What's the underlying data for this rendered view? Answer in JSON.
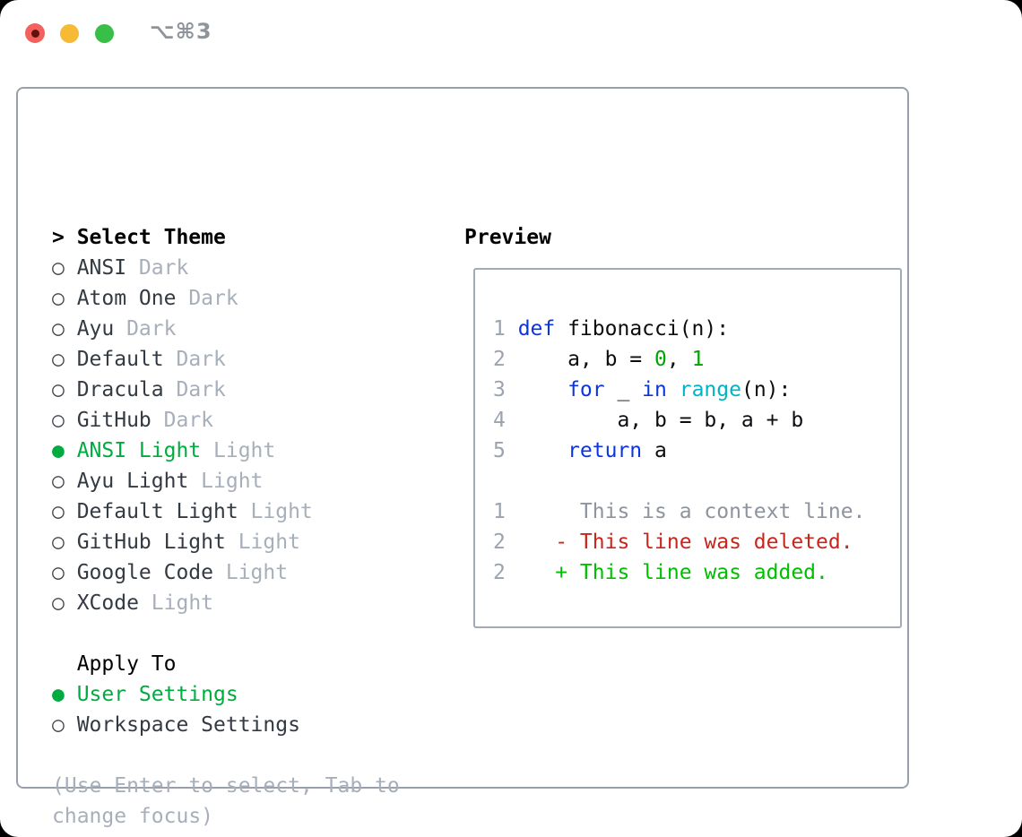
{
  "window": {
    "title": "⌥⌘3"
  },
  "colors": {
    "selected_green": "#00AC3F",
    "added_green": "#00BE00",
    "deleted_red": "#C9251B",
    "keyword_blue": "#0B35E0",
    "builtin_cyan": "#00B4C4",
    "literal_green": "#00A400",
    "muted_gray": "#A7AFBA",
    "traffic_red": "#F2615C",
    "traffic_yellow": "#F6BA34",
    "traffic_green": "#37BF48"
  },
  "theme_list": {
    "header": {
      "marker": ">",
      "label": "Select Theme"
    },
    "items": [
      {
        "marker": "○",
        "name": "ANSI",
        "tag": "Dark",
        "state": "normal"
      },
      {
        "marker": "○",
        "name": "Atom One",
        "tag": "Dark",
        "state": "normal"
      },
      {
        "marker": "○",
        "name": "Ayu",
        "tag": "Dark",
        "state": "normal"
      },
      {
        "marker": "○",
        "name": "Default",
        "tag": "Dark",
        "state": "normal"
      },
      {
        "marker": "○",
        "name": "Dracula",
        "tag": "Dark",
        "state": "normal"
      },
      {
        "marker": "○",
        "name": "GitHub",
        "tag": "Dark",
        "state": "normal"
      },
      {
        "marker": "●",
        "name": "ANSI Light",
        "tag": "Light",
        "state": "selected"
      },
      {
        "marker": "○",
        "name": "Ayu Light",
        "tag": "Light",
        "state": "normal"
      },
      {
        "marker": "○",
        "name": "Default Light",
        "tag": "Light",
        "state": "normal"
      },
      {
        "marker": "○",
        "name": "GitHub Light",
        "tag": "Light",
        "state": "normal"
      },
      {
        "marker": "○",
        "name": "Google Code",
        "tag": "Light",
        "state": "normal"
      },
      {
        "marker": "○",
        "name": "XCode",
        "tag": "Light",
        "state": "normal"
      }
    ]
  },
  "apply_to": {
    "label": "Apply To",
    "items": [
      {
        "marker": "●",
        "name": "User Settings",
        "state": "selected"
      },
      {
        "marker": "○",
        "name": "Workspace Settings",
        "state": "normal"
      }
    ]
  },
  "hint": {
    "line1": "(Use Enter to select, Tab to",
    "line2": "change focus)"
  },
  "preview": {
    "title": "Preview",
    "code": [
      {
        "n": "1",
        "s": [
          {
            "t": "def",
            "c": "kw"
          },
          {
            "t": " fibonacci(n):",
            "c": "plain"
          }
        ]
      },
      {
        "n": "2",
        "s": [
          {
            "t": "    a, b = ",
            "c": "plain"
          },
          {
            "t": "0",
            "c": "num"
          },
          {
            "t": ", ",
            "c": "plain"
          },
          {
            "t": "1",
            "c": "num"
          }
        ]
      },
      {
        "n": "3",
        "s": [
          {
            "t": "    ",
            "c": "plain"
          },
          {
            "t": "for",
            "c": "kw"
          },
          {
            "t": " _ ",
            "c": "plain"
          },
          {
            "t": "in",
            "c": "kw"
          },
          {
            "t": " ",
            "c": "plain"
          },
          {
            "t": "range",
            "c": "fn"
          },
          {
            "t": "(n):",
            "c": "plain"
          }
        ]
      },
      {
        "n": "4",
        "s": [
          {
            "t": "        a, b = b, a + b",
            "c": "plain"
          }
        ]
      },
      {
        "n": "5",
        "s": [
          {
            "t": "    return",
            "c": "kw"
          },
          {
            "t": " a",
            "c": "plain"
          }
        ]
      },
      {
        "n": "",
        "s": []
      },
      {
        "n": "1",
        "s": [
          {
            "t": "     This is a context line.",
            "c": "ctx"
          }
        ]
      },
      {
        "n": "2",
        "s": [
          {
            "t": "   - This line was deleted.",
            "c": "del"
          }
        ]
      },
      {
        "n": "2",
        "s": [
          {
            "t": "   + This line was added.",
            "c": "add"
          }
        ]
      }
    ]
  }
}
